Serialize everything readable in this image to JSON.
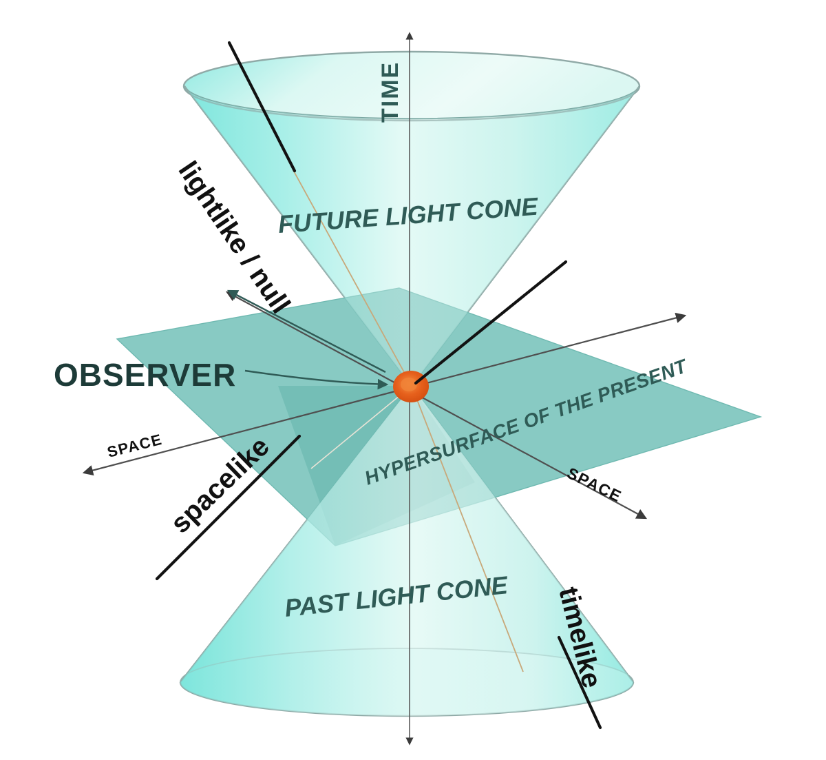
{
  "diagram": {
    "title": "Light cone spacetime diagram",
    "axes": {
      "time_label": "TIME",
      "space_label_left": "SPACE",
      "space_label_right": "SPACE"
    },
    "regions": {
      "future_cone_label": "FUTURE LIGHT CONE",
      "past_cone_label": "PAST LIGHT CONE",
      "hypersurface_label": "HYPERSURFACE  OF  THE  PRESENT"
    },
    "annotations": {
      "observer_label": "OBSERVER",
      "lightlike_label": "lightlike / null",
      "spacelike_label": "spacelike",
      "timelike_label": "timelike"
    },
    "colors": {
      "cone_light": "#d7f5ef",
      "cone_mid": "#8ce8e0",
      "cone_bright": "#6fe4dc",
      "plane_teal": "#7ec6be",
      "plane_teal_dark": "#62b5ac",
      "observer_dot": "#e0581a",
      "observer_dot_core": "#f07a30",
      "outline_gray": "#8fa9a6",
      "edge_tan": "#c8a87a",
      "text_dark_teal": "#2f5b56",
      "text_black": "#111111",
      "background": "#ffffff"
    }
  }
}
